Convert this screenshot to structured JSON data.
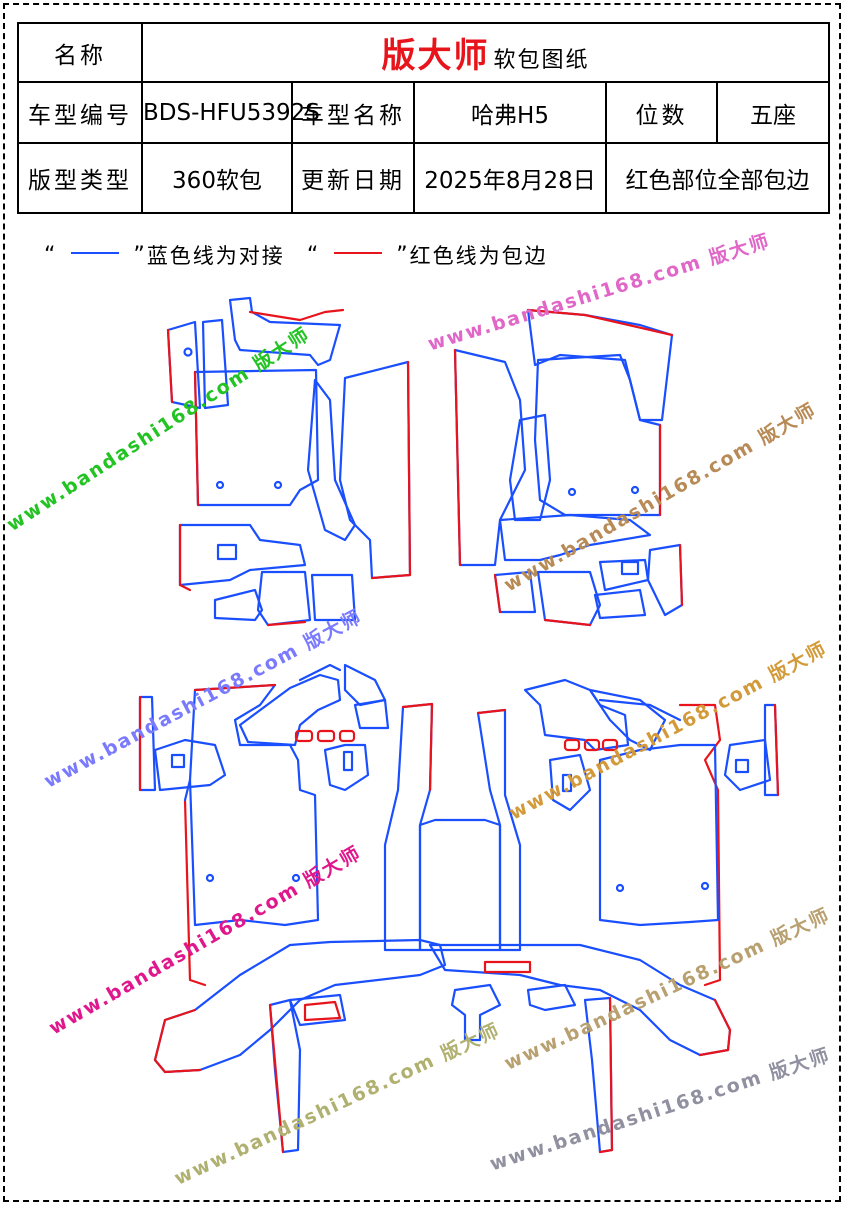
{
  "header": {
    "name_label": "名称",
    "brand": "版大师",
    "brand_suffix": "软包图纸",
    "model_code_label": "车型编号",
    "model_code": "BDS-HFU5392S",
    "model_name_label": "车型名称",
    "model_name": "哈弗H5",
    "seats_label": "位数",
    "seats": "五座",
    "pattern_type_label": "版型类型",
    "pattern_type": "360软包",
    "update_date_label": "更新日期",
    "update_date": "2025年8月28日",
    "note": "红色部位全部包边"
  },
  "legend": {
    "open_quote": "“",
    "close_quote": "”",
    "blue_text": "蓝色线为对接",
    "red_text": "红色线为包边"
  },
  "watermark": {
    "site": "www.bandashi168.com",
    "brand": "版大师"
  },
  "colors": {
    "blue_line": "#1a4fff",
    "red_line": "#e8141b",
    "brand": "#e8141b"
  }
}
